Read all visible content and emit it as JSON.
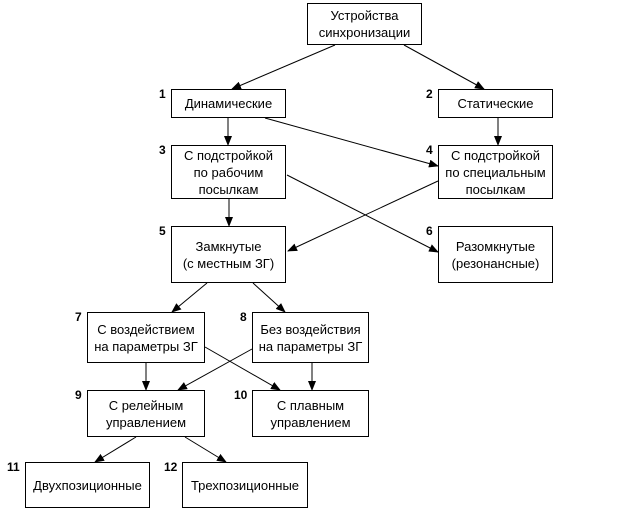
{
  "diagram": {
    "title": "Устройства\nсинхронизации",
    "nodes": [
      {
        "id": "root",
        "number": "",
        "label": "Устройства\nсинхронизации"
      },
      {
        "id": "n1",
        "number": "1",
        "label": "Динамические"
      },
      {
        "id": "n2",
        "number": "2",
        "label": "Статические"
      },
      {
        "id": "n3",
        "number": "3",
        "label": "С подстройкой\nпо рабочим\nпосылкам"
      },
      {
        "id": "n4",
        "number": "4",
        "label": "С подстройкой\nпо специальным\nпосылкам"
      },
      {
        "id": "n5",
        "number": "5",
        "label": "Замкнутые\n(с местным ЗГ)"
      },
      {
        "id": "n6",
        "number": "6",
        "label": "Разомкнутые\n(резонансные)"
      },
      {
        "id": "n7",
        "number": "7",
        "label": "С воздействием\nна параметры ЗГ"
      },
      {
        "id": "n8",
        "number": "8",
        "label": "Без воздействия\nна параметры ЗГ"
      },
      {
        "id": "n9",
        "number": "9",
        "label": "С релейным\nуправлением"
      },
      {
        "id": "n10",
        "number": "10",
        "label": "С плавным\nуправлением"
      },
      {
        "id": "n11",
        "number": "11",
        "label": "Двухпозиционные"
      },
      {
        "id": "n12",
        "number": "12",
        "label": "Трехпозиционные"
      }
    ],
    "edges": [
      {
        "from": "root",
        "to": "n1"
      },
      {
        "from": "root",
        "to": "n2"
      },
      {
        "from": "n1",
        "to": "n3"
      },
      {
        "from": "n1",
        "to": "n4"
      },
      {
        "from": "n2",
        "to": "n4"
      },
      {
        "from": "n3",
        "to": "n5"
      },
      {
        "from": "n3",
        "to": "n6"
      },
      {
        "from": "n4",
        "to": "n5"
      },
      {
        "from": "n5",
        "to": "n7"
      },
      {
        "from": "n5",
        "to": "n8"
      },
      {
        "from": "n7",
        "to": "n9"
      },
      {
        "from": "n7",
        "to": "n10"
      },
      {
        "from": "n8",
        "to": "n9"
      },
      {
        "from": "n8",
        "to": "n10"
      },
      {
        "from": "n9",
        "to": "n11"
      },
      {
        "from": "n9",
        "to": "n12"
      }
    ]
  }
}
